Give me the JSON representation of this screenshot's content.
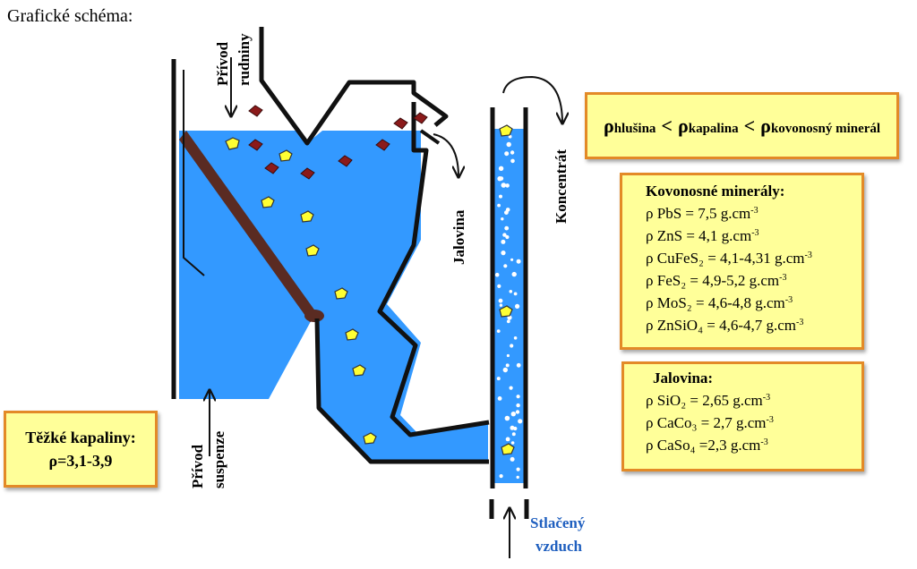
{
  "title": "Grafické schéma:",
  "labels": {
    "ore_feed": [
      "Přívod",
      "rudniny"
    ],
    "suspension_feed": [
      "Přívod",
      "suspenze"
    ],
    "gangue": "Jalovina",
    "concentrate": "Koncentrát",
    "compressed_air": [
      "Stlačený",
      "vzduch"
    ]
  },
  "density_relation": {
    "terms": [
      "ρhlušina",
      "ρkapalina",
      "ρkovonosný minerál"
    ],
    "operator": "<"
  },
  "metal_minerals": {
    "heading": "Kovonosné minerály:",
    "items": [
      {
        "prefix": "ρ PbS = 7,5 g.cm",
        "exp": "-3"
      },
      {
        "prefix": "ρ ZnS = 4,1 g.cm",
        "exp": "-3"
      },
      {
        "prefix": "ρ CuFeS₂ = 4,1-4,31 g.cm",
        "exp": "-3"
      },
      {
        "prefix": "ρ FeS₂ = 4,9-5,2 g.cm",
        "exp": "-3"
      },
      {
        "prefix": "ρ MoS₂ = 4,6-4,8 g.cm",
        "exp": "-3"
      },
      {
        "prefix": "ρ ZnSiO₄ = 4,6-4,7 g.cm",
        "exp": "-3"
      }
    ]
  },
  "gangue_minerals": {
    "heading": "Jalovina:",
    "items": [
      {
        "prefix": "ρ SiO₂ = 2,65 g.cm",
        "exp": "-3"
      },
      {
        "prefix": "ρ CaCo₃ = 2,7 g.cm",
        "exp": "-3"
      },
      {
        "prefix": "ρ CaSo₄ =2,3 g.cm",
        "exp": "-3"
      }
    ]
  },
  "heavy_liquids": {
    "heading": "Těžké kapaliny:",
    "value": "ρ=3,1-3,9"
  },
  "colors": {
    "liquid": "#3399ff",
    "wall": "#111111",
    "inclined_plate": "#5a2b22",
    "metal_particle": "#ffff33",
    "gangue_particle": "#8b1a1a",
    "bubble": "#ffffff",
    "box_fill": "#ffff99",
    "box_border": "#e38a27",
    "air_label": "#1f5fbf"
  }
}
